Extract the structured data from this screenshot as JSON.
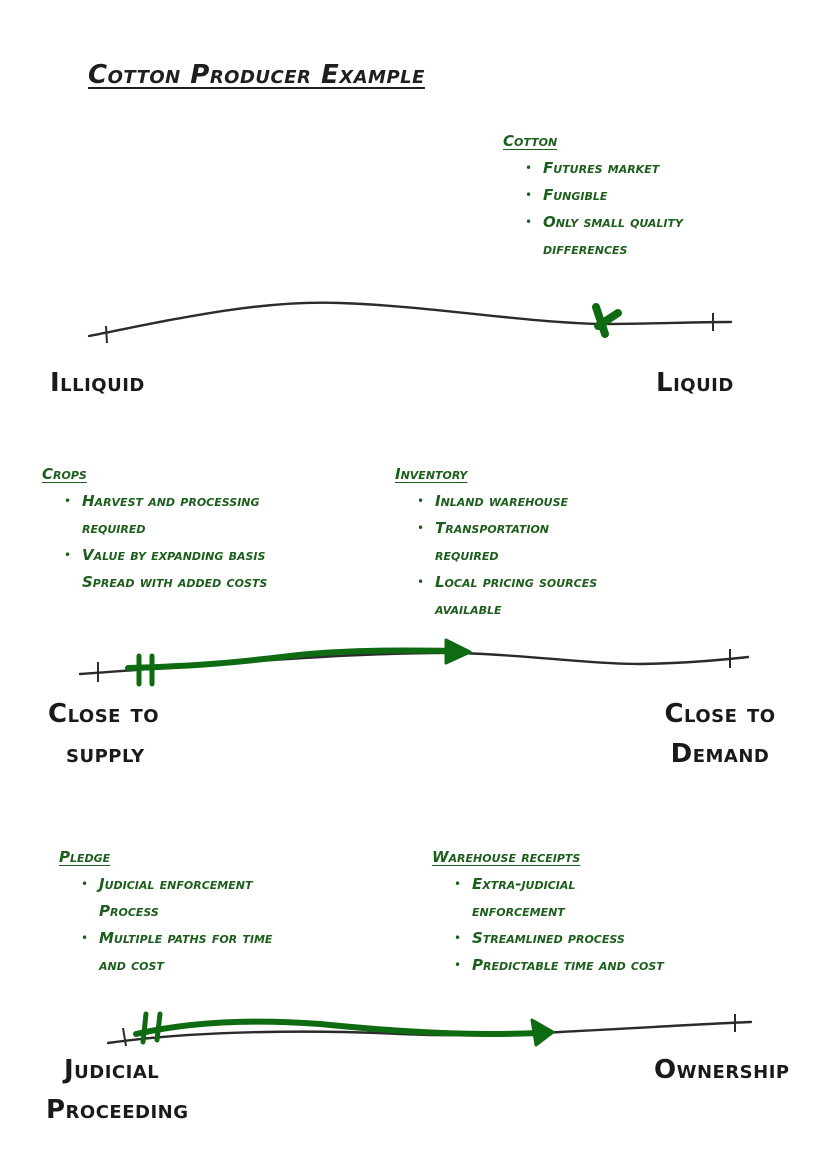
{
  "title": "Cotton Producer Example",
  "colors": {
    "ink": "#2b2b2b",
    "accent_green": "#0f6b12",
    "note_green": "#1c5e1c"
  },
  "scales": [
    {
      "id": "liquidity",
      "left_label": [
        "Illiquid"
      ],
      "right_label": [
        "Liquid"
      ],
      "marker": {
        "type": "x-mark",
        "position_fraction": 0.8
      },
      "notes": [
        {
          "heading": "Cotton",
          "bullets": [
            "Futures market",
            "Fungible",
            "Only small quality differences"
          ]
        }
      ]
    },
    {
      "id": "location",
      "left_label": [
        "Close to",
        "supply"
      ],
      "right_label": [
        "Close to",
        "Demand"
      ],
      "marker": {
        "type": "arrow",
        "start_fraction": 0.08,
        "end_fraction": 0.58
      },
      "notes": [
        {
          "heading": "Crops",
          "bullets": [
            "Harvest and processing required",
            "Value by expanding basis Spread with added costs"
          ]
        },
        {
          "heading": "Inventory",
          "bullets": [
            "Inland warehouse",
            "Transportation required",
            "Local pricing sources available"
          ]
        }
      ]
    },
    {
      "id": "enforcement",
      "left_label": [
        "Judicial",
        "Proceeding"
      ],
      "right_label": [
        "Ownership"
      ],
      "marker": {
        "type": "arrow",
        "start_fraction": 0.06,
        "end_fraction": 0.68
      },
      "notes": [
        {
          "heading": "Pledge",
          "bullets": [
            "Judicial enforcement Process",
            "Multiple paths for time and cost"
          ]
        },
        {
          "heading": "Warehouse receipts",
          "bullets": [
            "Extra-judicial enforcement",
            "Streamlined process",
            "Predictable time and cost"
          ]
        }
      ]
    }
  ]
}
